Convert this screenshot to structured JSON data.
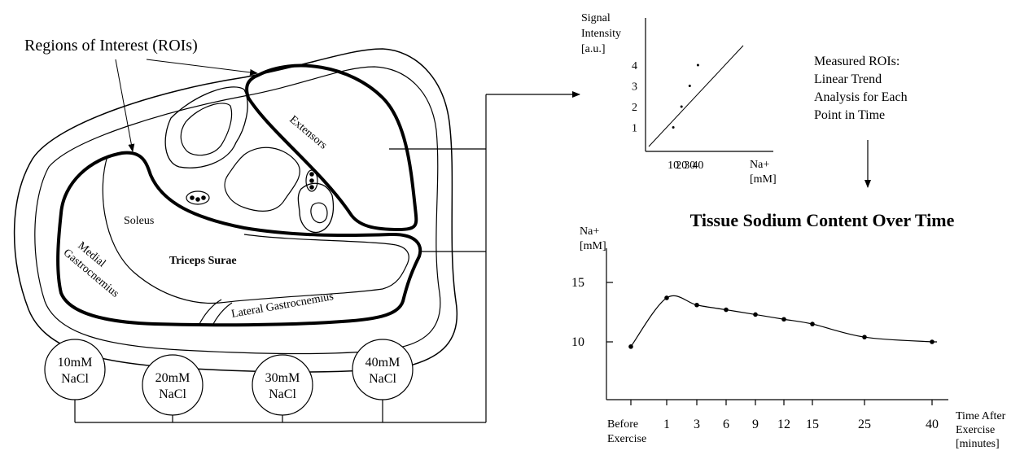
{
  "anatomy": {
    "roi_title": "Regions of Interest (ROIs)",
    "extensors": "Extensors",
    "soleus": "Soleus",
    "triceps_surae": "Triceps Surae",
    "medial_gastrocnemius_line1": "Medial",
    "medial_gastrocnemius_line2": "Gastrocnemius",
    "lateral_gastrocnemius": "Lateral Gastrocnemius"
  },
  "phantoms": [
    {
      "line1": "10mM",
      "line2": "NaCl"
    },
    {
      "line1": "20mM",
      "line2": "NaCl"
    },
    {
      "line1": "30mM",
      "line2": "NaCl"
    },
    {
      "line1": "40mM",
      "line2": "NaCl"
    }
  ],
  "calibration": {
    "ylabel_lines": [
      "Signal",
      "Intensity",
      "[a.u.]"
    ],
    "xlabel_lines": [
      "Na+",
      "[mM]"
    ],
    "x_ticks": [
      "10",
      "20",
      "30",
      "40"
    ],
    "y_ticks": [
      "1",
      "2",
      "3",
      "4"
    ]
  },
  "measured_note": [
    "Measured ROIs:",
    "Linear Trend",
    "Analysis for Each",
    "Point in Time"
  ],
  "chart_data": {
    "type": "line",
    "title": "Tissue Sodium Content Over Time",
    "ylabel_lines": [
      "Na+",
      "[mM]"
    ],
    "xlabel_lines": [
      "Time After",
      "Exercise",
      "[minutes]"
    ],
    "before_label_lines": [
      "Before",
      "Exercise"
    ],
    "y_ticks": [
      10,
      15
    ],
    "x_ticks": [
      "1",
      "3",
      "6",
      "9",
      "12",
      "15",
      "25",
      "40"
    ],
    "series": [
      {
        "x": [
          "Before Exercise",
          "1",
          "3",
          "6",
          "9",
          "12",
          "15",
          "25",
          "40"
        ],
        "values": [
          9.6,
          13.7,
          13.1,
          12.7,
          12.3,
          11.9,
          11.5,
          10.4,
          10.0
        ]
      }
    ]
  }
}
